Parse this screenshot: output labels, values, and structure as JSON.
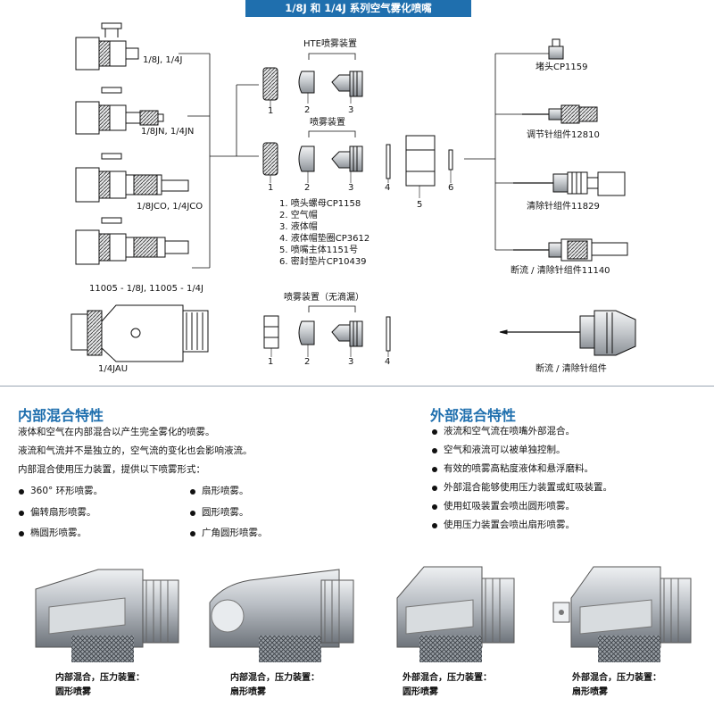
{
  "header": {
    "title": "1/8J 和 1/4J 系列空气雾化喷嘴"
  },
  "diagram": {
    "left_labels": [
      "1/8J, 1/4J",
      "1/8JN, 1/4JN",
      "1/8JCO, 1/4JCO",
      "11005 - 1/8J, 11005 - 1/4J",
      "1/4JAU"
    ],
    "groups": {
      "hte": "HTE喷雾装置",
      "spray": "喷雾装置",
      "nodrip": "喷雾装置（无滴漏）"
    },
    "part_numbers": [
      "1",
      "2",
      "3",
      "4",
      "5",
      "6"
    ],
    "legend": [
      "1. 喷头螺母CP1158",
      "2. 空气帽",
      "3. 液体帽",
      "4. 液体帽垫圈CP3612",
      "5. 喷嘴主体1151号",
      "6. 密封垫片CP10439"
    ],
    "right_labels": [
      "堵头CP1159",
      "调节针组件12810",
      "清除针组件11829",
      "断流 / 清除针组件11140",
      "断流 / 清除针组件"
    ]
  },
  "internal": {
    "title": "内部混合特性",
    "paragraphs": [
      "液体和空气在内部混合以产生完全雾化的喷雾。",
      "液流和气流并不是独立的，空气流的变化也会影响液流。",
      "内部混合使用压力装置，提供以下喷雾形式："
    ],
    "bullets_left": [
      "360° 环形喷雾。",
      "偏转扇形喷雾。",
      "椭圆形喷雾。"
    ],
    "bullets_right": [
      "扇形喷雾。",
      "圆形喷雾。",
      "广角圆形喷雾。"
    ]
  },
  "external": {
    "title": "外部混合特性",
    "bullets": [
      "液流和空气流在喷嘴外部混合。",
      "空气和液流可以被单独控制。",
      "有效的喷雾高粘度液体和悬浮磨料。",
      "外部混合能够使用压力装置或虹吸装置。",
      "使用虹吸装置会喷出圆形喷雾。",
      "使用压力装置会喷出扇形喷雾。"
    ]
  },
  "photos": [
    {
      "line1": "内部混合，压力装置：",
      "line2": "圆形喷雾"
    },
    {
      "line1": "内部混合，压力装置：",
      "line2": "扇形喷雾"
    },
    {
      "line1": "外部混合，压力装置：",
      "line2": "圆形喷雾"
    },
    {
      "line1": "外部混合，压力装置：",
      "line2": "扇形喷雾"
    }
  ],
  "colors": {
    "accent": "#1f6fae",
    "metal": "#c9ccd0",
    "dark_metal": "#5c6168"
  }
}
